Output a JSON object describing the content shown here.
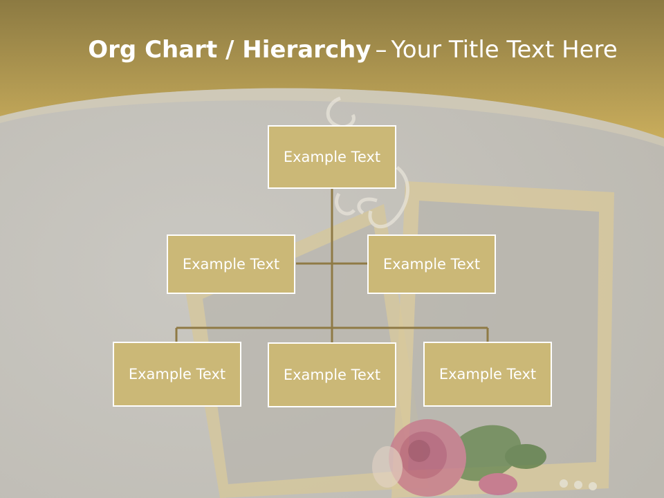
{
  "title": {
    "bold": "Org Chart / Hierarchy",
    "separator": "–",
    "rest": "Your Title Text Here"
  },
  "nodes": {
    "root": "Example Text",
    "level2_left": "Example Text",
    "level2_right": "Example Text",
    "level3_left": "Example Text",
    "level3_center": "Example Text",
    "level3_right": "Example Text"
  },
  "colors": {
    "header_gold": "#c6ab5a",
    "background_gray": "#c4c2bc",
    "node_fill": "#cbb877",
    "connector": "#8f7a45"
  }
}
